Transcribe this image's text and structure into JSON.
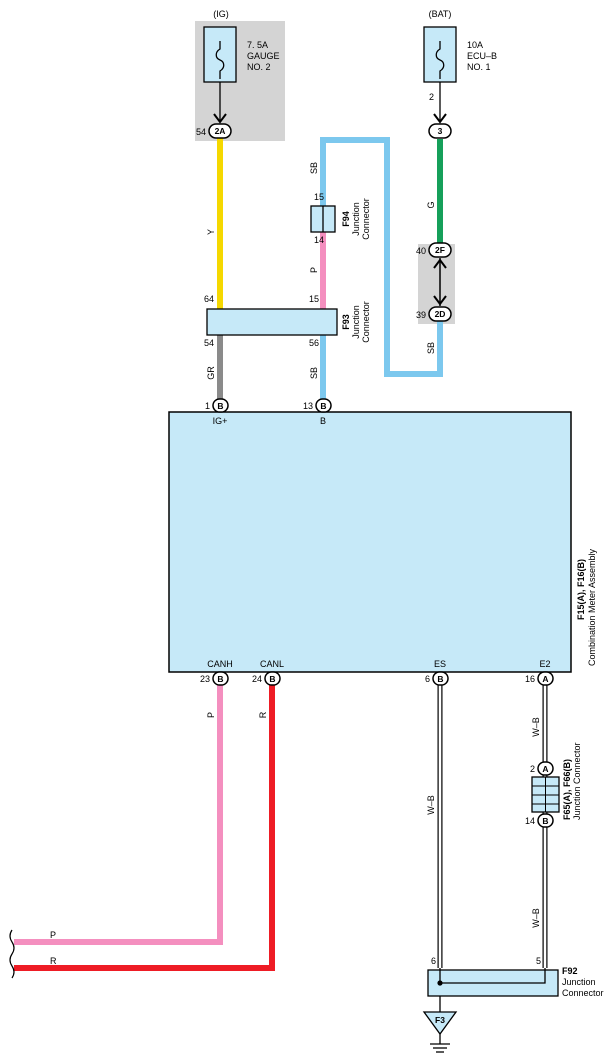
{
  "fuses": {
    "ig": {
      "supply": "(IG)",
      "rating": "7. 5A",
      "name1": "GAUGE",
      "name2": "NO. 2"
    },
    "bat": {
      "supply": "(BAT)",
      "rating": "10A",
      "name1": "ECU–B",
      "name2": "NO. 1"
    }
  },
  "connectors": {
    "c2A": {
      "code": "2A",
      "pin": "54"
    },
    "c3": {
      "code": "3",
      "pin_above": "2"
    },
    "c2F": {
      "code": "2F",
      "pin": "40"
    },
    "c2D": {
      "code": "2D",
      "pin": "39"
    },
    "f94": {
      "id": "F94",
      "name1": "Junction",
      "name2": "Connector",
      "pin_top": "15",
      "pin_bottom": "14"
    },
    "f93": {
      "id": "F93",
      "name1": "Junction",
      "name2": "Connector",
      "pin_tl": "64",
      "pin_tr": "15",
      "pin_bl": "54",
      "pin_br": "56"
    },
    "f65": {
      "id": "F65(A), F66(B)",
      "name": "Junction Connector",
      "pin_top": "2",
      "pin_bottom": "14",
      "code_top": "A",
      "code_bottom": "B"
    },
    "f92": {
      "id": "F92",
      "name1": "Junction",
      "name2": "Connector",
      "pin_l": "6",
      "pin_r": "5"
    },
    "ground": {
      "code": "F3"
    }
  },
  "meter": {
    "id": "F15(A), F16(B)",
    "name": "Combination Meter Assembly",
    "terminals": [
      {
        "pin": "1",
        "code": "B",
        "label": "IG+"
      },
      {
        "pin": "13",
        "code": "B",
        "label": "B"
      },
      {
        "pin": "23",
        "code": "B",
        "label": "CANH"
      },
      {
        "pin": "24",
        "code": "B",
        "label": "CANL"
      },
      {
        "pin": "6",
        "code": "B",
        "label": "ES"
      },
      {
        "pin": "16",
        "code": "A",
        "label": "E2"
      }
    ]
  },
  "wires": {
    "y": "Y",
    "gr": "GR",
    "sb1": "SB",
    "p1": "P",
    "sb2": "SB",
    "g": "G",
    "sb3": "SB",
    "p2": "P",
    "r": "R",
    "wb1": "W–B",
    "wb2": "W–B",
    "wb3": "W–B",
    "p_left": "P",
    "r_left": "R"
  },
  "colors": {
    "yellow": "#f5d800",
    "gray": "#8a8a8a",
    "sky": "#7cc8ee",
    "pink": "#f48fbf",
    "green": "#16a05a",
    "red": "#ee1c25",
    "fill": "#c6e9f8",
    "shade": "#d4d4d4"
  }
}
